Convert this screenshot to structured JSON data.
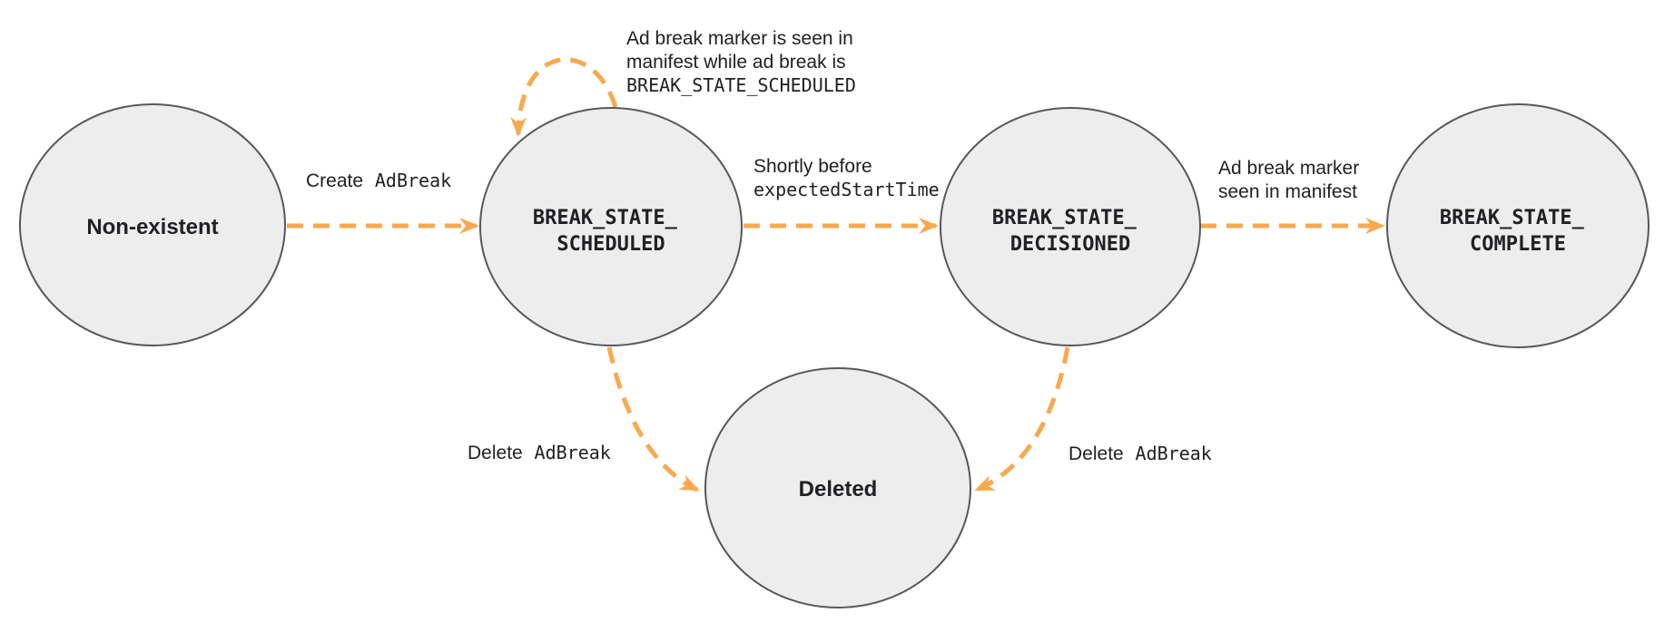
{
  "diagram": {
    "colors": {
      "arrow_orange": "#FAA84E",
      "node_fill": "#EDEDED",
      "node_stroke": "#56585B",
      "text": "#202124"
    },
    "nodes": {
      "non_existent": {
        "label": "Non-existent"
      },
      "scheduled": {
        "line1": "BREAK_STATE_",
        "line2": "SCHEDULED"
      },
      "decisioned": {
        "line1": "BREAK_STATE_",
        "line2": "DECISIONED"
      },
      "complete": {
        "line1": "BREAK_STATE_",
        "line2": "COMPLETE"
      },
      "deleted": {
        "label": "Deleted"
      }
    },
    "edges": {
      "create": {
        "plain": "Create",
        "code": "AdBreak"
      },
      "self_loop": {
        "line1": "Ad break marker is seen in",
        "line2": "manifest while ad break is",
        "line3": "BREAK_STATE_SCHEDULED"
      },
      "shortly_before": {
        "line1": "Shortly before",
        "code": "expectedStartTime"
      },
      "marker_seen": {
        "line1": "Ad break marker",
        "line2": "seen in manifest"
      },
      "delete_from_scheduled": {
        "plain": "Delete",
        "code": "AdBreak"
      },
      "delete_from_decisioned": {
        "plain": "Delete",
        "code": "AdBreak"
      }
    }
  }
}
